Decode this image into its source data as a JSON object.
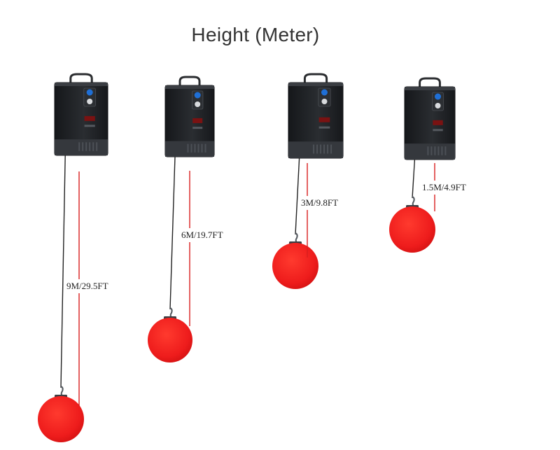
{
  "title": "Height (Meter)",
  "colors": {
    "sphere": "#ee1c1c",
    "measure_line": "#d81e1e",
    "cable": "#222222",
    "winch_body": "#1f2124"
  },
  "winches": [
    {
      "height_label": "9M/29.5FT",
      "height_m": 9
    },
    {
      "height_label": "6M/19.7FT",
      "height_m": 6
    },
    {
      "height_label": "3M/9.8FT",
      "height_m": 3
    },
    {
      "height_label": "1.5M/4.9FT",
      "height_m": 1.5
    }
  ]
}
